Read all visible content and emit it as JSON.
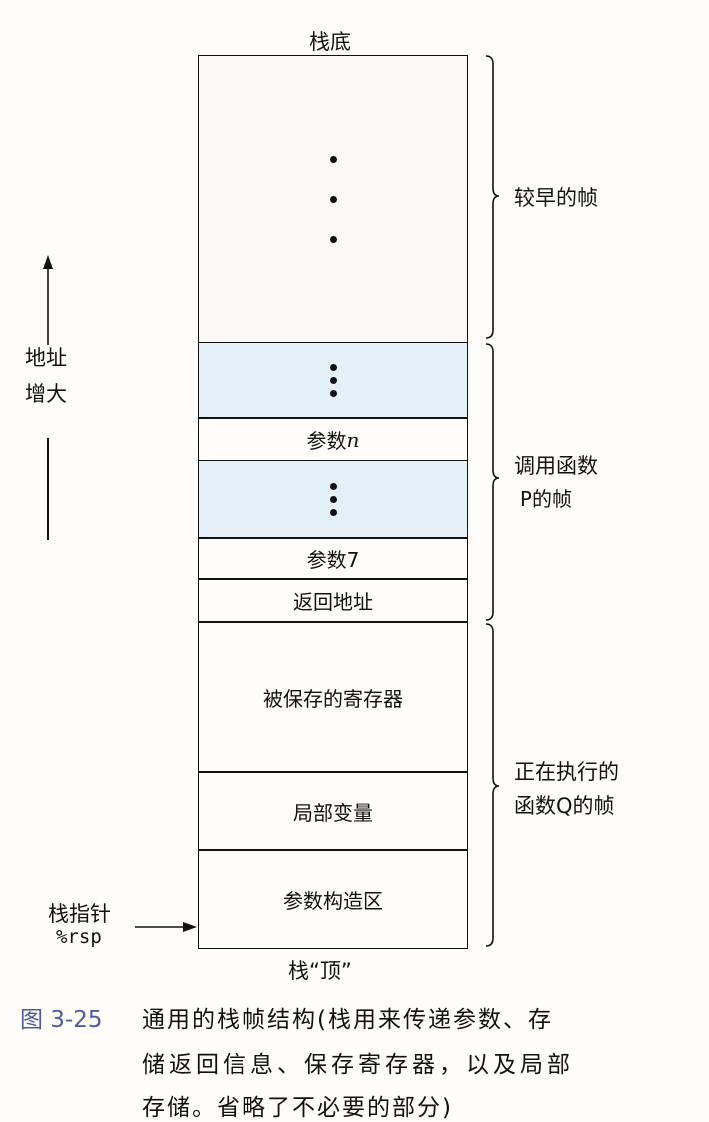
{
  "diagram": {
    "stack_bottom_label": "栈底",
    "stack_top_label": "栈“顶”",
    "address_label_line1": "地址",
    "address_label_line2": "增大",
    "stack_pointer_label": "栈指针",
    "stack_pointer_register": "%rsp",
    "cells": {
      "arg_n": "参数",
      "arg_n_var": "n",
      "arg_7": "参数7",
      "return_address": "返回地址",
      "saved_registers": "被保存的寄存器",
      "local_variables": "局部变量",
      "argument_build_area": "参数构造区"
    },
    "braces": {
      "earlier_frames": "较早的帧",
      "caller_line1": "调用函数",
      "caller_line2": "P的帧",
      "current_line1": "正在执行的",
      "current_line2": "函数Q的帧"
    },
    "colors": {
      "caller_fill": "#e4f0f8",
      "caption_number": "#4a5aa8"
    }
  },
  "caption": {
    "number": "图 3-25",
    "line1": "通用的栈帧结构(栈用来传递参数、存",
    "line2": "储返回信息、保存寄存器，以及局部",
    "line3": "存储。省略了不必要的部分)"
  }
}
